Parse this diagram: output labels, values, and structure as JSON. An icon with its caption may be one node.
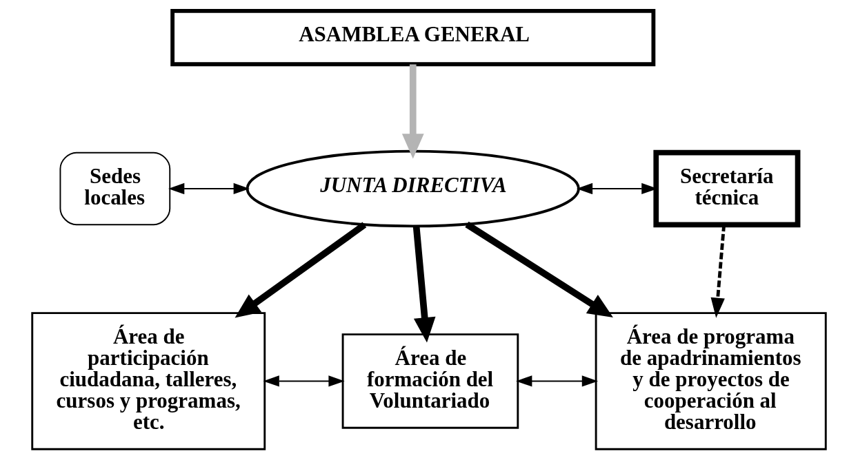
{
  "diagram": {
    "nodes": [
      {
        "text": [
          "ASAMBLEA GENERAL"
        ]
      },
      {
        "text": [
          "JUNTA DIRECTIVA"
        ]
      },
      {
        "text": [
          "Sedes locales"
        ]
      },
      {
        "text": [
          "Secretaría técnica"
        ]
      },
      {
        "text": [
          "Área de participación ciudadana, talleres, cursos y programas, etc."
        ]
      },
      {
        "text": [
          "Área de formación del Voluntariado"
        ]
      },
      {
        "text": [
          "Área de programa de apadrinamientos y de proyectos de cooperación al desarrollo"
        ]
      }
    ],
    "edges": [
      {
        "from": 0,
        "to": 1,
        "arrow": "to",
        "style": "thick",
        "color": "#b4b4b4"
      },
      {
        "from": 2,
        "to": 1,
        "arrow": "both"
      },
      {
        "from": 1,
        "to": 3,
        "arrow": "both"
      },
      {
        "from": 1,
        "to": 4,
        "arrow": "to",
        "style": "thick"
      },
      {
        "from": 1,
        "to": 5,
        "arrow": "to",
        "style": "thick"
      },
      {
        "from": 1,
        "to": 6,
        "arrow": "to",
        "style": "thick"
      },
      {
        "from": 3,
        "to": 6,
        "arrow": "to",
        "style": "dashed"
      },
      {
        "from": 4,
        "to": 5,
        "arrow": "both"
      },
      {
        "from": 5,
        "to": 6,
        "arrow": "both"
      }
    ]
  }
}
